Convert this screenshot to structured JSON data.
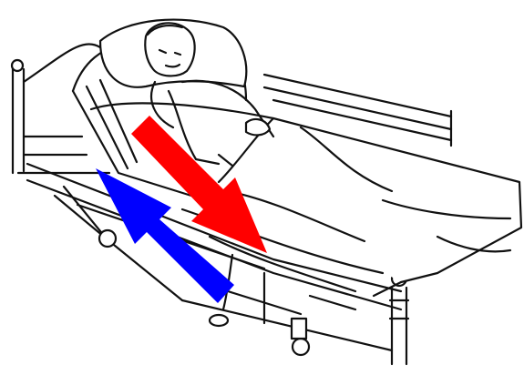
{
  "illustration": {
    "subject": "hospital-bed-with-raised-backrest",
    "line_color": "#111111",
    "paper_color": "#ffffff",
    "arrows": [
      {
        "name": "downward-slide-arrow",
        "color": "#ff0000",
        "direction": "down-right"
      },
      {
        "name": "upward-push-arrow",
        "color": "#0000ff",
        "direction": "up-left"
      }
    ]
  }
}
